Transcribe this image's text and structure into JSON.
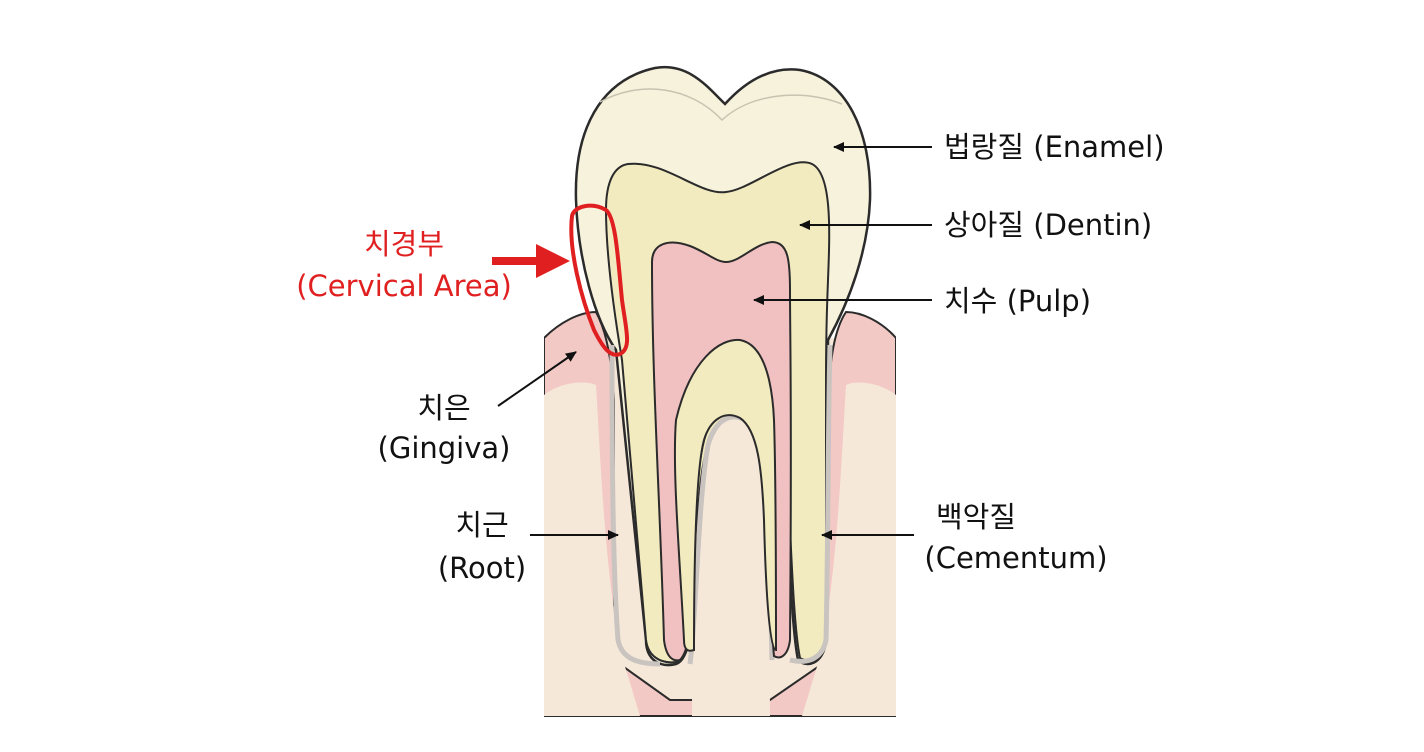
{
  "colors": {
    "enamel": "#f6f2dc",
    "dentin": "#f2ebbf",
    "pulp": "#f1c0c0",
    "gingiva": "#f3c9c6",
    "bone": "#f6e8d8",
    "cementum": "#c9c4c0",
    "outline": "#2b2b2b",
    "highlight": "#e02020",
    "label": "#111111"
  },
  "labels": {
    "enamel": "법랑질 (Enamel)",
    "dentin": "상아질 (Dentin)",
    "pulp": "치수 (Pulp)",
    "cervical_ko": "치경부",
    "cervical_en": "(Cervical Area)",
    "gingiva_ko": "치은",
    "gingiva_en": "(Gingiva)",
    "root_ko": "치근",
    "root_en": "(Root)",
    "cementum_ko": "백악질",
    "cementum_en": "(Cementum)"
  }
}
